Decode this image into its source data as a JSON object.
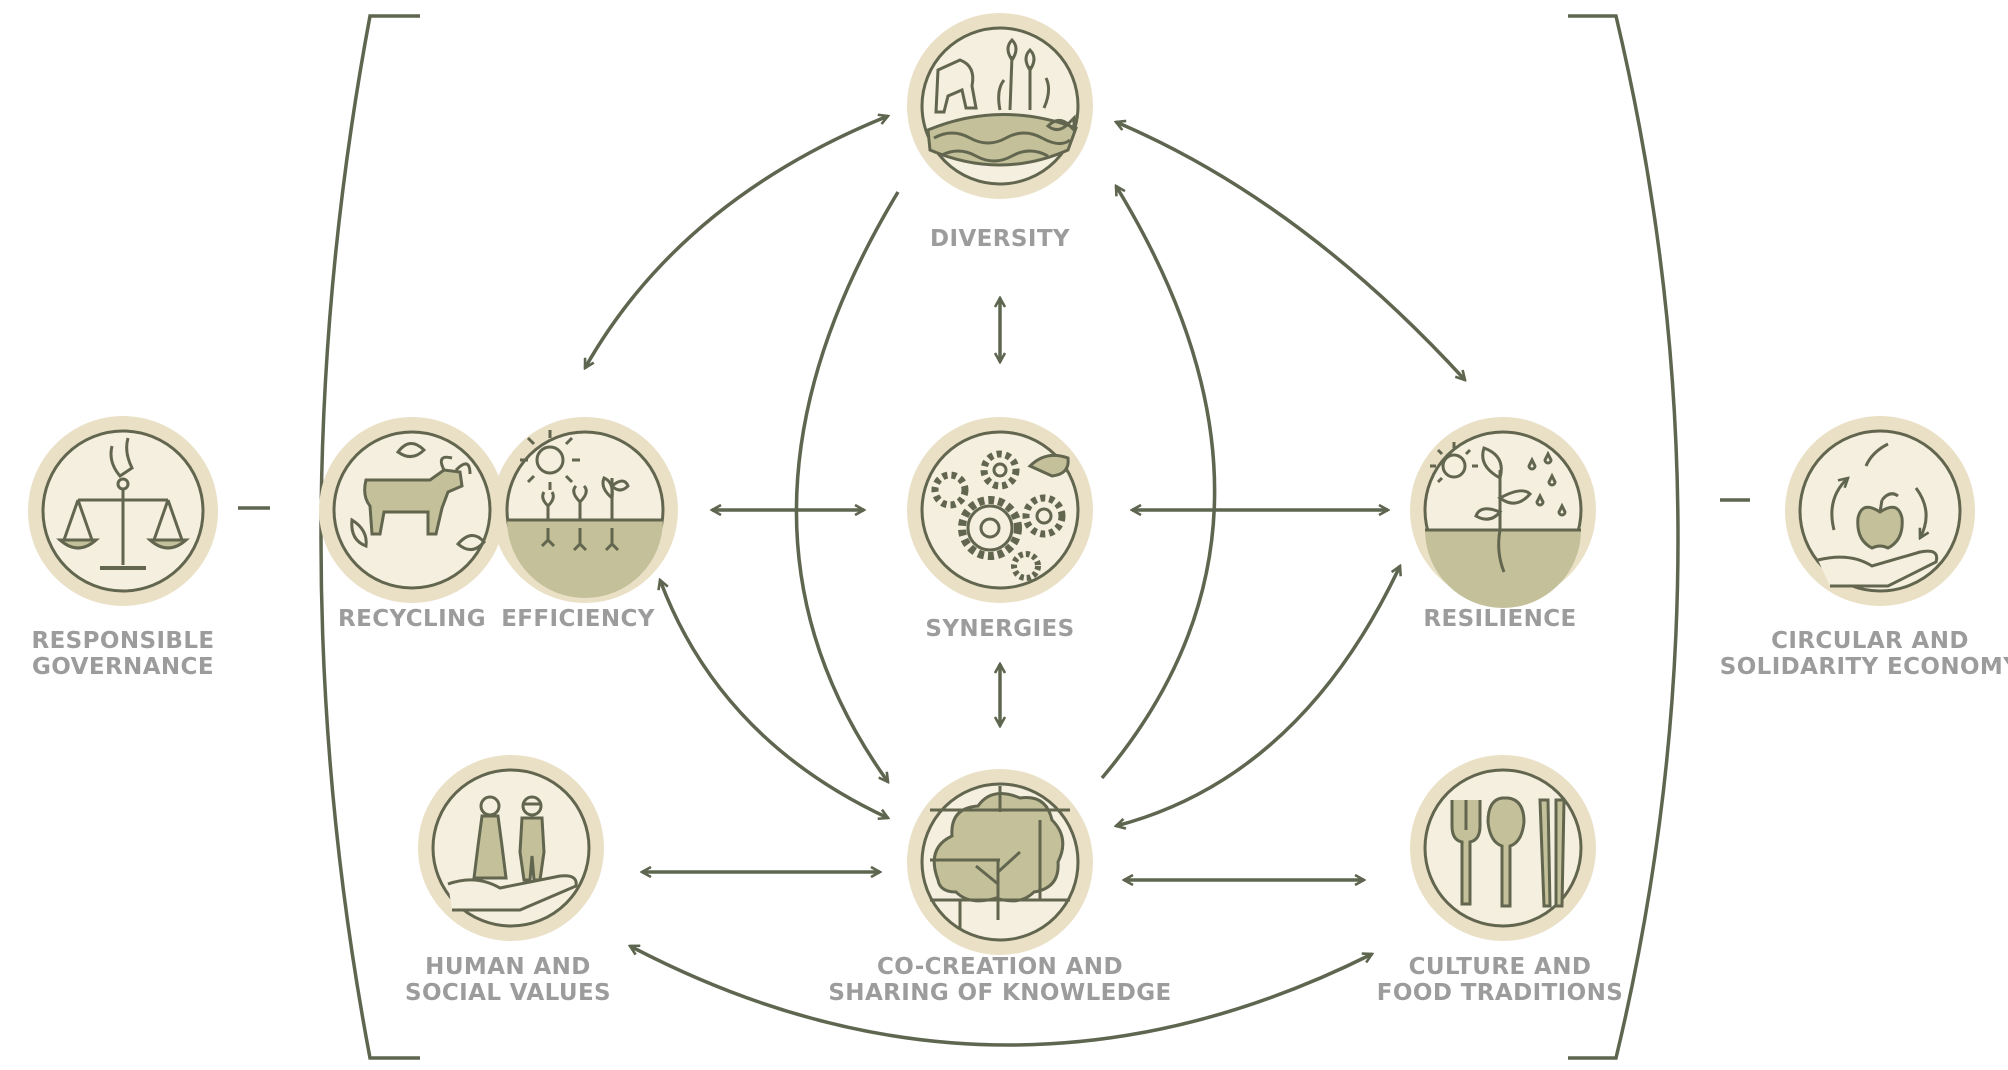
{
  "colors": {
    "line": "#5f6650",
    "ring": "#eae0c6",
    "icon_fill": "#f4efdf",
    "icon_stroke": "#63664f",
    "icon_shade": "#c3c09a",
    "label": "#9c9c9c"
  },
  "elements": {
    "responsible_governance": {
      "line1": "RESPONSIBLE",
      "line2": "GOVERNANCE",
      "icon": "scales-icon"
    },
    "recycling": {
      "line1": "RECYCLING",
      "icon": "cow-leaves-icon"
    },
    "efficiency": {
      "line1": "EFFICIENCY",
      "icon": "sun-sprouts-icon"
    },
    "diversity": {
      "line1": "DIVERSITY",
      "icon": "animal-plants-water-icon"
    },
    "synergies": {
      "line1": "SYNERGIES",
      "icon": "gears-icon"
    },
    "resilience": {
      "line1": "RESILIENCE",
      "icon": "plant-sun-rain-icon"
    },
    "circular_economy": {
      "line1": "CIRCULAR AND",
      "line2": "SOLIDARITY ECONOMY",
      "icon": "apple-cycle-icon"
    },
    "human_social_values": {
      "line1": "HUMAN AND",
      "line2": "SOCIAL VALUES",
      "icon": "people-hand-icon"
    },
    "co_creation": {
      "line1": "CO-CREATION AND",
      "line2": "SHARING OF KNOWLEDGE",
      "icon": "tree-puzzle-icon"
    },
    "culture_food": {
      "line1": "CULTURE AND",
      "line2": "FOOD TRADITIONS",
      "icon": "cutlery-icon"
    }
  }
}
